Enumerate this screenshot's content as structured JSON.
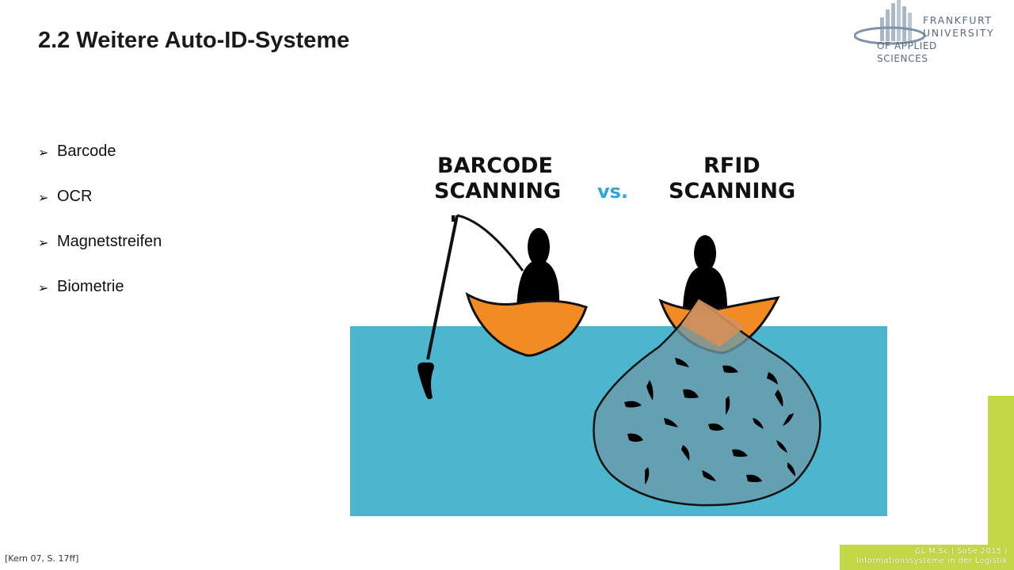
{
  "slide": {
    "title": "2.2 Weitere Auto-ID-Systeme",
    "bullets": [
      {
        "label": "Barcode"
      },
      {
        "label": "OCR"
      },
      {
        "label": "Magnetstreifen"
      },
      {
        "label": "Biometrie"
      }
    ],
    "bullet_glyph": "➢"
  },
  "logo": {
    "line1": "FRANKFURT",
    "line2": "UNIVERSITY",
    "line3": "OF APPLIED SCIENCES"
  },
  "illustration": {
    "left_heading_1": "BARCODE",
    "left_heading_2": "SCANNING",
    "vs": "vs.",
    "right_heading_1": "RFID",
    "right_heading_2": "SCANNING",
    "colors": {
      "water": "#4db6cf",
      "boat": "#f28c22",
      "net": "#6a9aa8",
      "vs": "#2ea7d8"
    }
  },
  "citation": "[Kern 07, S. 17ff]",
  "footer": {
    "line1": "GL M.Sc | SoSe 2015 |",
    "line2": "Informationssysteme in der Logistik"
  },
  "accent_color": "#c3d845"
}
